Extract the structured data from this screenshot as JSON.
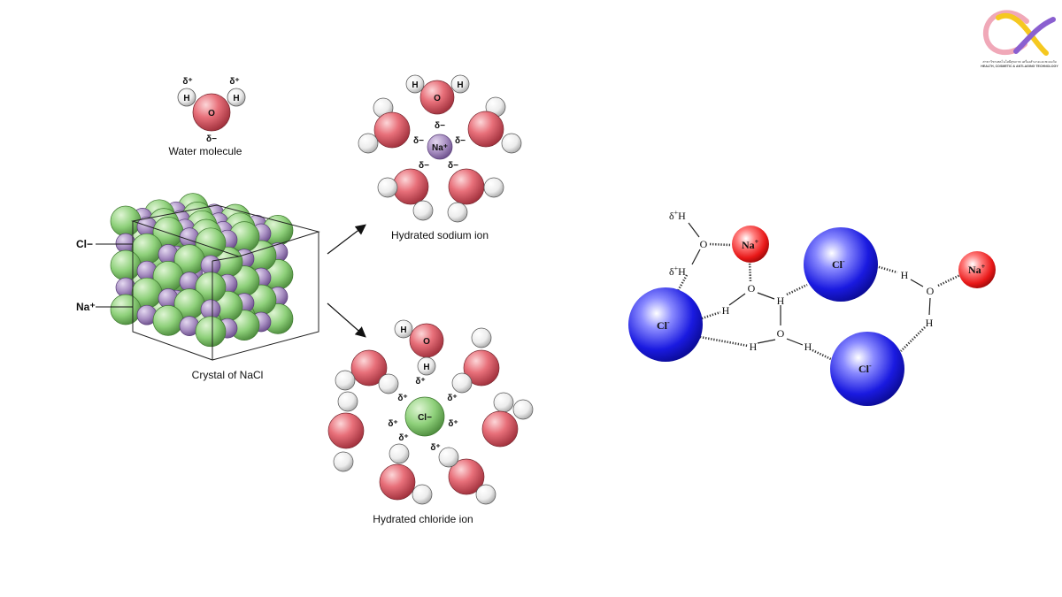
{
  "logo": {
    "symbol": "α",
    "caption_line1": "สาขาวิชาเทคโนโลยีสุขภาพ เครื่องสำอางและชะลอวัย",
    "caption_line2": "HEALTH, COSMETIC & ANTI-AGING TECHNOLOGY"
  },
  "left_diagram": {
    "water_label": "Water molecule",
    "crystal_label": "Crystal of NaCl",
    "cl_label": "Cl−",
    "na_label": "Na⁺",
    "hydrated_sodium_label": "Hydrated sodium ion",
    "hydrated_chloride_label": "Hydrated chloride ion",
    "oxygen": "O",
    "hydrogen": "H",
    "delta_plus": "δ⁺",
    "delta_minus": "δ−",
    "na_ion": "Na⁺",
    "cl_ion": "Cl−"
  },
  "right_diagram": {
    "cl": "Cl",
    "na": "Na",
    "h": "H",
    "o": "O",
    "delta_plus": "δ",
    "plus": "+",
    "minus": "-"
  },
  "colors": {
    "oxygen": "#e8707a",
    "hydrogen": "#ededed",
    "sodium_purple": "#a88fc2",
    "chloride_green": "#8ed07a",
    "cl_blue": "#1a1ae0",
    "na_red": "#e81818",
    "logo_pink": "#f0a8b8",
    "logo_yellow": "#f5c820",
    "logo_purple": "#8a5fd0"
  }
}
